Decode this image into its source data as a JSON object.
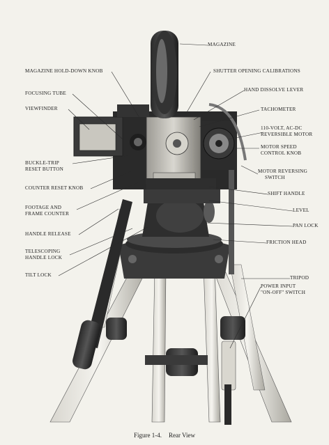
{
  "labels": {
    "magazine": "MAGAZINE",
    "magazine_hold_down_knob": "MAGAZINE HOLD-DOWN KNOB",
    "shutter_opening_calibrations": "SHUTTER OPENING CALIBRATIONS",
    "focusing_tube": "FOCUSING TUBE",
    "hand_dissolve_lever": "HAND DISSOLVE LEVER",
    "viewfinder": "VIEWFINDER",
    "tachometer": "TACHOMETER",
    "motor_line1": "110-VOLT, AC-DC",
    "motor_line2": "REVERSIBLE MOTOR",
    "motor_speed_line1": "MOTOR SPEED",
    "motor_speed_line2": "CONTROL KNOB",
    "buckle_trip_line1": "BUCKLE-TRIP",
    "buckle_trip_line2": "RESET BUTTON",
    "motor_reversing_line1": "MOTOR REVERSING",
    "motor_reversing_line2": "SWITCH",
    "counter_reset_knob": "COUNTER RESET KNOB",
    "shift_handle": "SHIFT HANDLE",
    "footage_line1": "FOOTAGE AND",
    "footage_line2": "FRAME COUNTER",
    "level": "LEVEL",
    "handle_release": "HANDLE RELEASE",
    "pan_lock": "PAN LOCK",
    "telescoping_line1": "TELESCOPING",
    "telescoping_line2": "HANDLE LOCK",
    "friction_head": "FRICTION HEAD",
    "tilt_lock": "TILT LOCK",
    "tripod": "TRIPOD",
    "power_line1": "POWER INPUT",
    "power_line2": "\"ON-OFF\" SWITCH"
  },
  "caption": {
    "figure": "Figure 1-4.",
    "title": "Rear View"
  }
}
